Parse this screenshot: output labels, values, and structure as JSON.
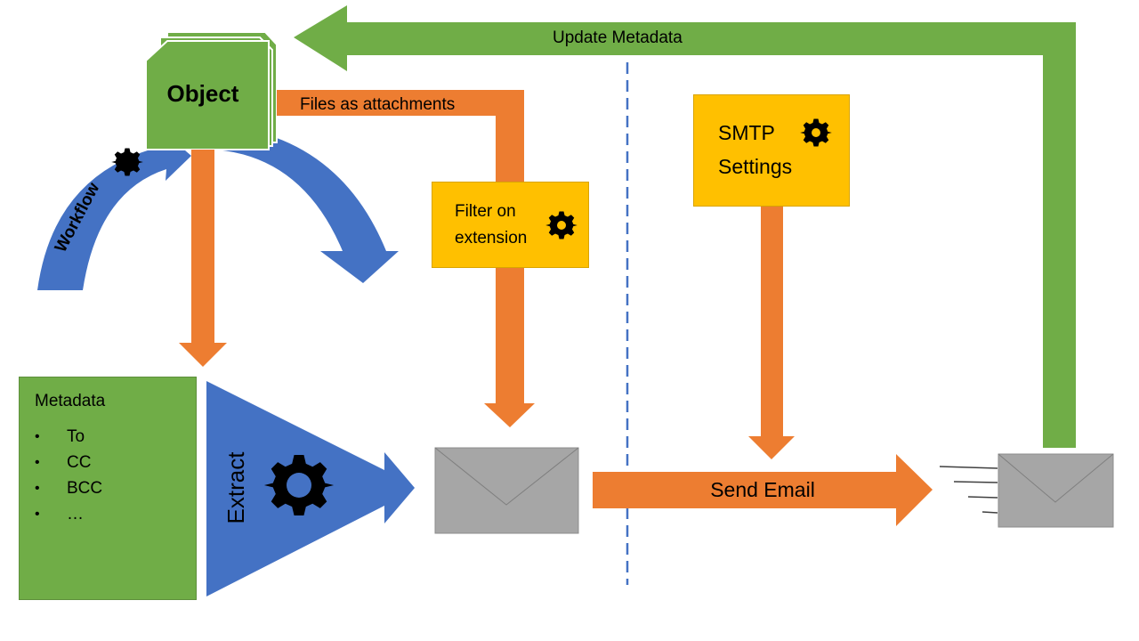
{
  "labels": {
    "object": "Object",
    "files_as_attachments": "Files as attachments",
    "update_metadata": "Update Metadata",
    "workflow": "Workflow",
    "extract": "Extract",
    "send_email": "Send Email",
    "filter_on_extension": "Filter on\nextension",
    "smtp_settings": "SMTP\nSettings",
    "metadata_title": "Metadata"
  },
  "metadata_items": [
    "To",
    "CC",
    "BCC",
    "…"
  ],
  "colors": {
    "green": "#70AD47",
    "orange": "#ED7D31",
    "blue": "#4472C4",
    "yellow": "#FFC000",
    "gray": "#A6A6A6",
    "divider": "#4472C4"
  },
  "icons": [
    "gear-icon",
    "envelope-icon"
  ]
}
